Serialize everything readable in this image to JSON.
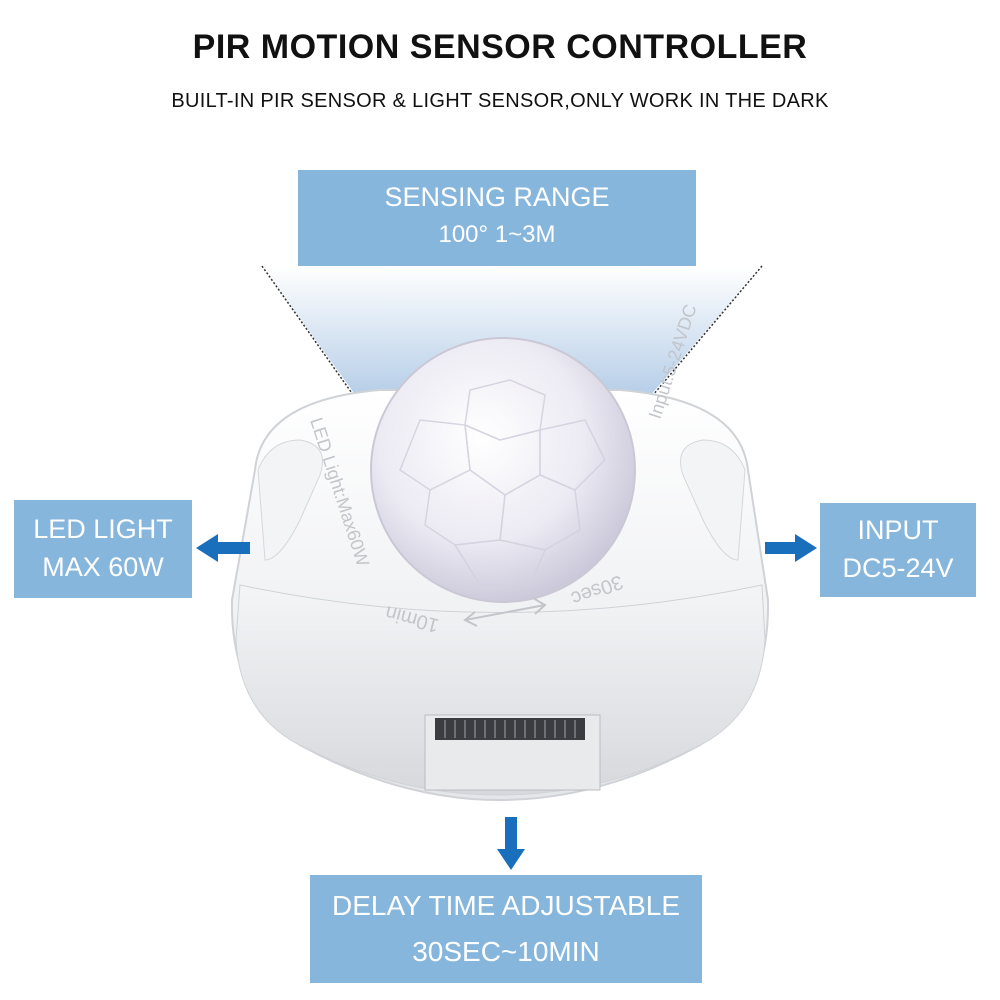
{
  "header": {
    "title": "PIR MOTION SENSOR CONTROLLER",
    "subtitle": "BUILT-IN PIR SENSOR & LIGHT SENSOR,ONLY WORK IN THE DARK"
  },
  "callouts": {
    "sensing": {
      "line1": "SENSING RANGE",
      "line2": "100° 1~3M"
    },
    "led": {
      "line1": "LED LIGHT",
      "line2": "MAX 60W"
    },
    "input": {
      "line1": "INPUT",
      "line2": "DC5-24V"
    },
    "delay": {
      "line1": "DELAY TIME ADJUSTABLE",
      "line2": "30SEC~10MIN"
    }
  },
  "device_markings": {
    "led": "LED Light:Max60W",
    "input": "Input:5-24VDC",
    "min": "10min",
    "sec": "30sec"
  },
  "colors": {
    "callout_bg": "#87b6dd",
    "arrow": "#1a6fbd",
    "beam": "#9fc3e6"
  }
}
